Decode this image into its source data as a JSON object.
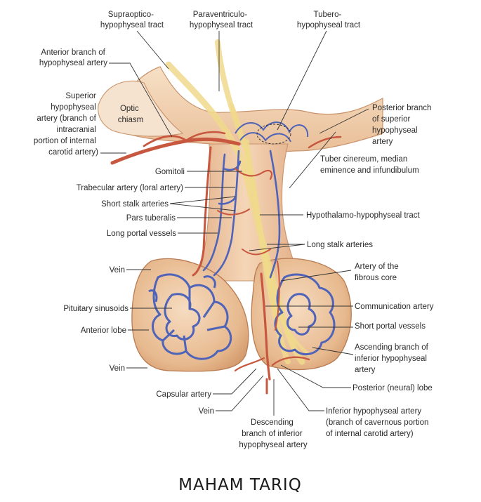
{
  "diagram": {
    "labels": {
      "supraoptico": [
        "Supraoptico-",
        "hypophyseal tract"
      ],
      "paraventriculo": [
        "Paraventriculo-",
        "hypophyseal tract"
      ],
      "tubero": [
        "Tubero-",
        "hypophyseal tract"
      ],
      "anterior_branch": [
        "Anterior branch of",
        "hypophyseal artery"
      ],
      "superior_hypophyseal": [
        "Superior",
        "hypophyseal",
        "artery (branch of",
        "intracranial",
        "portion of internal",
        "carotid artery)"
      ],
      "optic_chiasm": [
        "Optic",
        "chiasm"
      ],
      "posterior_branch": [
        "Posterior branch",
        "of superior",
        "hypophyseal",
        "artery"
      ],
      "tuber_cinereum": [
        "Tuber cinereum, median",
        "eminence and infundibulum"
      ],
      "gomitoli": "Gomitoli",
      "trabecular": "Trabecular artery (loral artery)",
      "short_stalk": "Short stalk arteries",
      "pars_tuberalis": "Pars tuberalis",
      "hypothalamo_tract": "Hypothalamo-hypophyseal tract",
      "long_portal": "Long portal vessels",
      "long_stalk": "Long stalk arteries",
      "vein_upper": "Vein",
      "artery_fibrous_core": [
        "Artery of the",
        "fibrous core"
      ],
      "pituitary_sinusoids": "Pituitary sinusoids",
      "communication_artery": "Communication artery",
      "short_portal": "Short portal vessels",
      "anterior_lobe": "Anterior lobe",
      "ascending_branch": [
        "Ascending branch of",
        "inferior hypophyseal",
        "artery"
      ],
      "vein_lower": "Vein",
      "posterior_lobe": "Posterior (neural) lobe",
      "capsular_artery": "Capsular artery",
      "vein_bottom": "Vein",
      "inferior_hypophyseal": [
        "Inferior hypophyseal artery",
        "(branch of cavernous portion",
        "of internal carotid artery)"
      ],
      "descending_branch": [
        "Descending",
        "branch of inferior",
        "hypophyseal artery"
      ]
    },
    "colors": {
      "artery": "#c8573f",
      "vein": "#4f63b8",
      "tract": "#f2dd9a",
      "tissue": "#e6b88f",
      "tissue_light": "#f3d4b6"
    }
  },
  "caption": "MAHAM TARIQ"
}
